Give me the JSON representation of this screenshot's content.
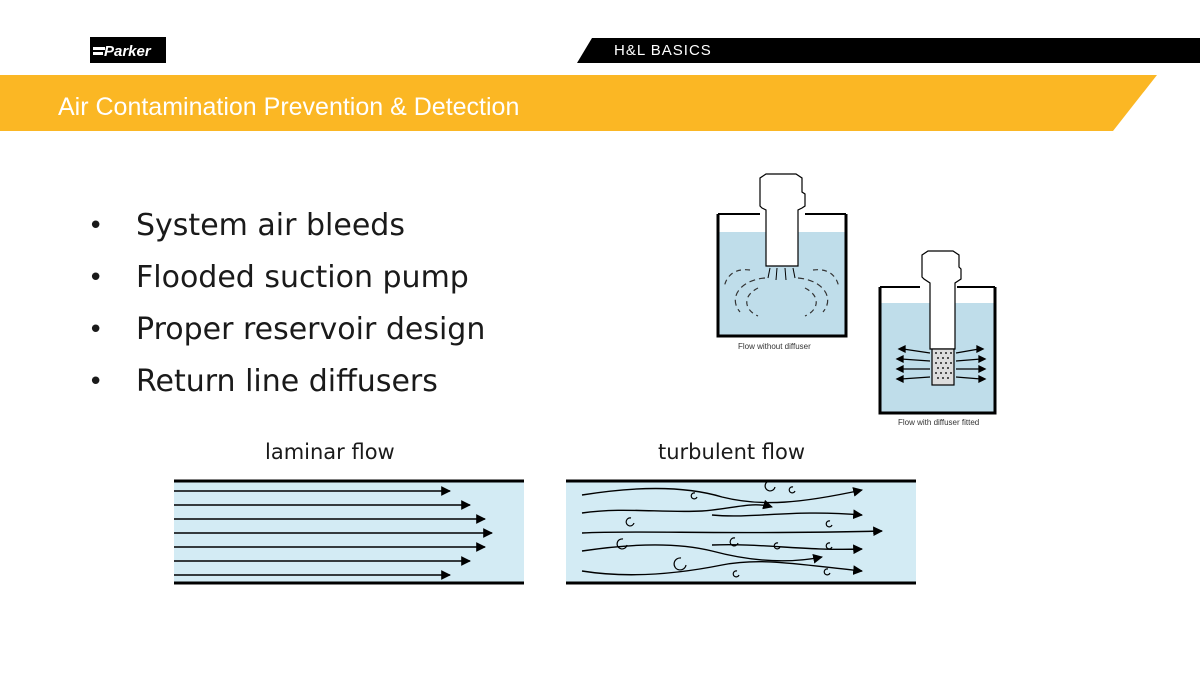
{
  "header": {
    "logo_text": "Parker",
    "section_label": "H&L BASICS",
    "title": "Air Contamination Prevention & Detection"
  },
  "bullets": [
    {
      "marker": "•",
      "text": "System air bleeds"
    },
    {
      "marker": "•",
      "text": "Flooded suction pump"
    },
    {
      "marker": "•",
      "text": "Proper reservoir design"
    },
    {
      "marker": "•",
      "text": "Return line diffusers"
    }
  ],
  "diagrams": {
    "tank_without_diffuser": {
      "caption": "Flow without diffuser"
    },
    "tank_with_diffuser": {
      "caption": "Flow with diffuser fitted"
    },
    "laminar": {
      "label": "laminar flow"
    },
    "turbulent": {
      "label": "turbulent flow"
    }
  },
  "colors": {
    "banner_yellow": "#FBB724",
    "topbar_black": "#000000",
    "fluid_blue": "#BFDDEA",
    "pipe_blue": "#D3EBF4"
  }
}
